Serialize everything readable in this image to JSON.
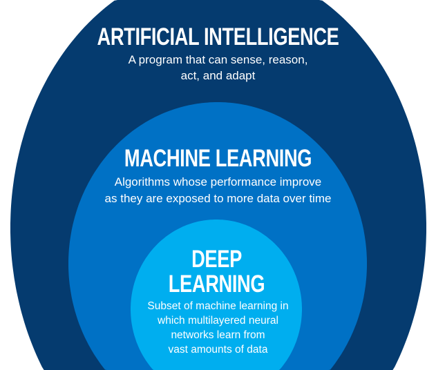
{
  "colors": {
    "ai": "#053b6f",
    "ml": "#0071c5",
    "dl": "#00aeef",
    "text": "#ffffff"
  },
  "ai": {
    "title": "ARTIFICIAL INTELLIGENCE",
    "lines": [
      "A program that can sense, reason,",
      "act, and adapt"
    ]
  },
  "ml": {
    "title": "MACHINE LEARNING",
    "lines": [
      "Algorithms whose performance improve",
      "as they are exposed to more data over time"
    ]
  },
  "dl": {
    "title_lines": [
      "DEEP",
      "LEARNING"
    ],
    "lines": [
      "Subset of machine learning in",
      "which multilayered neural",
      "networks learn from",
      "vast amounts of data"
    ]
  }
}
